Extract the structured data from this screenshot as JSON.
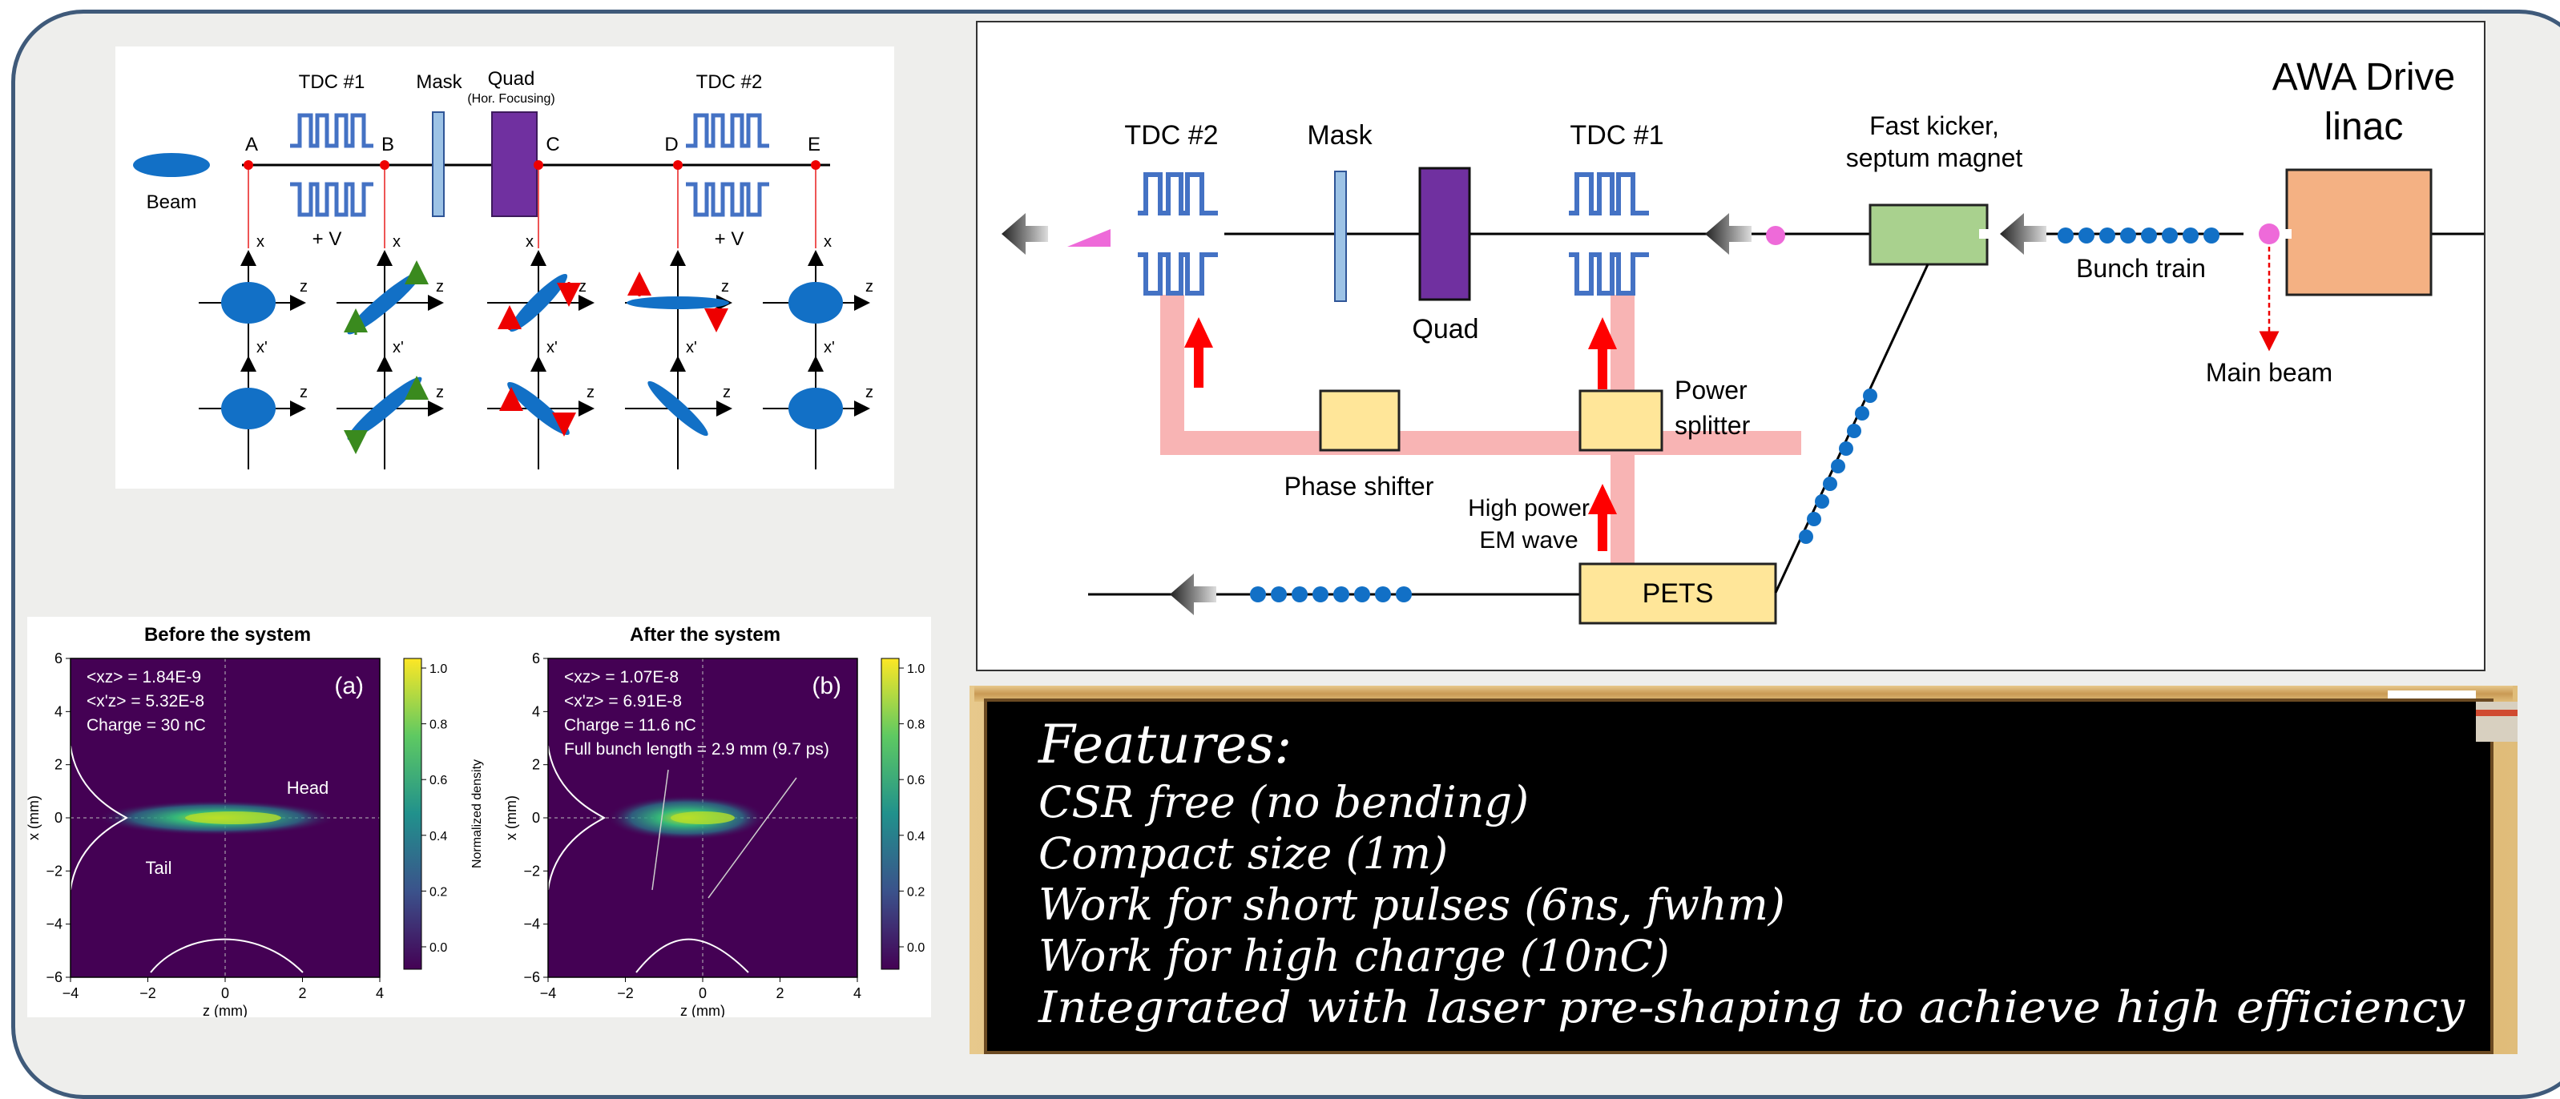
{
  "schematic": {
    "beam_label": "Beam",
    "tdc1": "TDC #1",
    "tdc2": "TDC #2",
    "mask": "Mask",
    "quad": "Quad",
    "quad_note": "(Hor. Focusing)",
    "points": [
      "A",
      "B",
      "C",
      "D",
      "E"
    ],
    "voltage": "+ V",
    "axis_x": "x",
    "axis_xp": "x'",
    "axis_z": "z"
  },
  "layout_diagram": {
    "tdc2": "TDC #2",
    "mask": "Mask",
    "tdc1": "TDC #1",
    "quad": "Quad",
    "kicker_line1": "Fast kicker,",
    "kicker_line2": "septum magnet",
    "awa_line1": "AWA Drive",
    "awa_line2": "linac",
    "bunch_train": "Bunch train",
    "main_beam": "Main beam",
    "power_line1": "Power",
    "power_line2": "splitter",
    "phase_shifter": "Phase shifter",
    "hp_line1": "High power",
    "hp_line2": "EM wave",
    "pets": "PETS"
  },
  "plots": [
    {
      "title": "Before the system",
      "tag": "(a)",
      "notes": [
        "<xz> = 1.84E-9",
        "<x'z> = 5.32E-8",
        "Charge = 30 nC"
      ],
      "head": "Head",
      "tail": "Tail",
      "xlabel": "z (mm)",
      "ylabel": "x (mm)",
      "xticks": [
        "−4",
        "−2",
        "0",
        "2",
        "4"
      ],
      "yticks": [
        "6",
        "4",
        "2",
        "0",
        "−2",
        "−4",
        "−6"
      ],
      "cbar_label": "Normalized density",
      "cbar_ticks": [
        "1.0",
        "0.8",
        "0.6",
        "0.4",
        "0.2",
        "0.0"
      ]
    },
    {
      "title": "After the system",
      "tag": "(b)",
      "notes": [
        "<xz> = 1.07E-8",
        "<x'z> = 6.91E-8",
        "Charge = 11.6 nC",
        "Full bunch length = 2.9 mm (9.7 ps)"
      ],
      "xlabel": "z (mm)",
      "ylabel": "x (mm)",
      "xticks": [
        "−4",
        "−2",
        "0",
        "2",
        "4"
      ],
      "yticks": [
        "6",
        "4",
        "2",
        "0",
        "−2",
        "−4",
        "−6"
      ],
      "cbar_label": "Normalized density",
      "cbar_ticks": [
        "1.0",
        "0.8",
        "0.6",
        "0.4",
        "0.2",
        "0.0"
      ]
    }
  ],
  "chalkboard": {
    "heading": "Features:",
    "items": [
      "CSR free (no bending)",
      "Compact size (1m)",
      "Work for short pulses (6ns, fwhm)",
      "Work for high charge (10nC)",
      "Integrated with laser pre-shaping to achieve high efficiency"
    ]
  },
  "colors": {
    "frame": "#3f5a7a",
    "beam_blue": "#1270c6",
    "tdc_blue": "#4472c4",
    "quad_purple": "#7030a0",
    "rf_pink": "#f8b4b4",
    "box_yellow": "#ffe699",
    "kicker_green": "#a9d18e",
    "linac_orange": "#f4b183",
    "arrow_red": "#ff0000",
    "magenta": "#ee6ad9",
    "density_bg": "#440154"
  }
}
